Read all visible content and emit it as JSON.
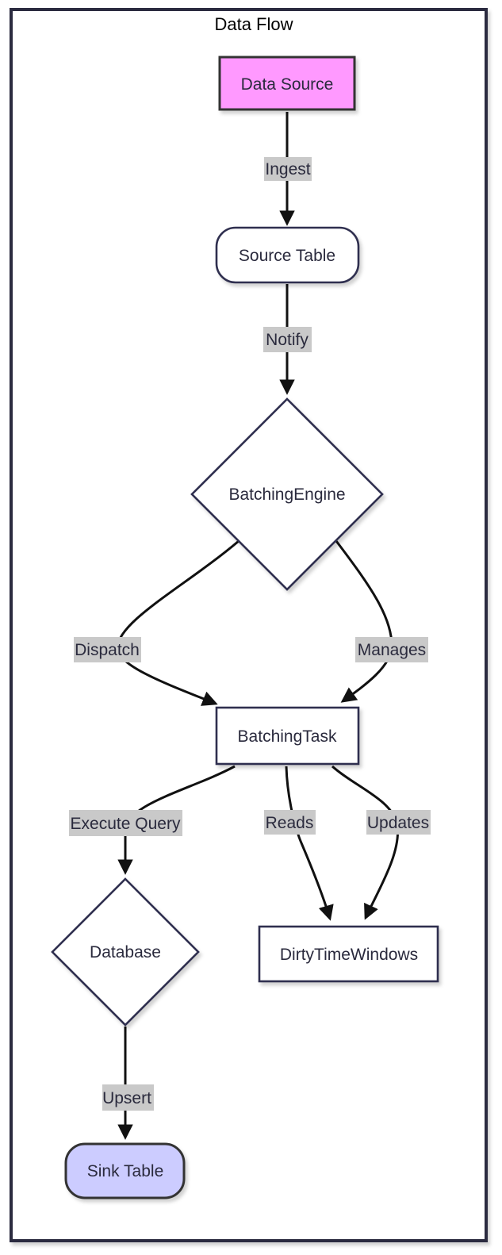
{
  "diagram": {
    "title": "Data Flow",
    "nodes": [
      {
        "id": "data_source",
        "label": "Data Source",
        "shape": "rectangle",
        "fill": "#ff99ff",
        "stroke": "#333333"
      },
      {
        "id": "source_table",
        "label": "Source Table",
        "shape": "rounded-rect",
        "fill": "#ffffff",
        "stroke": "#2f2f4f"
      },
      {
        "id": "batching_engine",
        "label": "BatchingEngine",
        "shape": "diamond",
        "fill": "#ffffff",
        "stroke": "#2f2f4f"
      },
      {
        "id": "batching_task",
        "label": "BatchingTask",
        "shape": "rectangle",
        "fill": "#ffffff",
        "stroke": "#2f2f4f"
      },
      {
        "id": "database",
        "label": "Database",
        "shape": "diamond",
        "fill": "#ffffff",
        "stroke": "#2f2f4f"
      },
      {
        "id": "dirty_time_windows",
        "label": "DirtyTimeWindows",
        "shape": "rectangle",
        "fill": "#ffffff",
        "stroke": "#2f2f4f"
      },
      {
        "id": "sink_table",
        "label": "Sink Table",
        "shape": "rounded-rect",
        "fill": "#ccccff",
        "stroke": "#333333"
      }
    ],
    "edges": [
      {
        "from": "data_source",
        "to": "source_table",
        "label": "Ingest"
      },
      {
        "from": "source_table",
        "to": "batching_engine",
        "label": "Notify"
      },
      {
        "from": "batching_engine",
        "to": "batching_task",
        "label": "Dispatch"
      },
      {
        "from": "batching_engine",
        "to": "batching_task",
        "label": "Manages"
      },
      {
        "from": "batching_task",
        "to": "database",
        "label": "Execute Query"
      },
      {
        "from": "batching_task",
        "to": "dirty_time_windows",
        "label": "Reads"
      },
      {
        "from": "batching_task",
        "to": "dirty_time_windows",
        "label": "Updates"
      },
      {
        "from": "database",
        "to": "sink_table",
        "label": "Upsert"
      }
    ],
    "colors": {
      "frame_border": "#2b2b40",
      "edge_line": "#111111",
      "edge_label_background": "#c9c9c9",
      "node_text": "#2a2a3d",
      "default_node_border": "#2f2f4f",
      "styled_node_border": "#333333",
      "pink_node_fill": "#ff99ff",
      "lavender_node_fill": "#ccccff"
    }
  }
}
